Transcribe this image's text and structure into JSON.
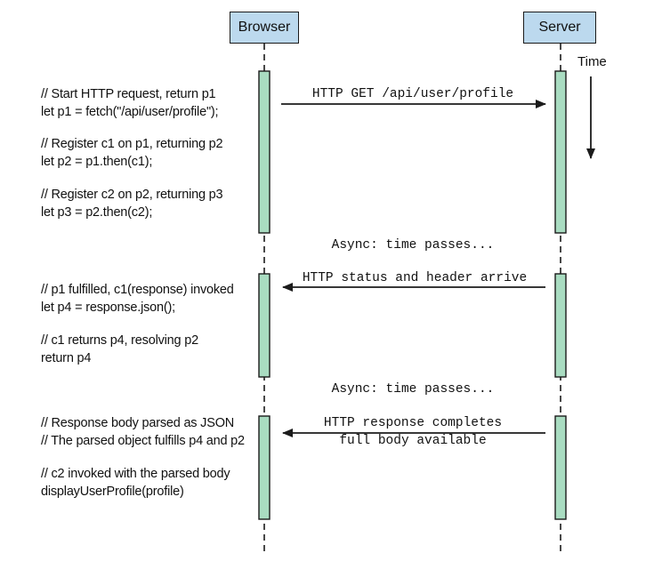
{
  "actors": {
    "browser": "Browser",
    "server": "Server"
  },
  "time_label": "Time",
  "messages": {
    "get": "HTTP GET /api/user/profile",
    "status": "HTTP status and header arrive",
    "complete_line1": "HTTP response completes",
    "complete_line2": "full body available"
  },
  "async_notes": {
    "first": "Async: time passes...",
    "second": "Async: time passes..."
  },
  "code": {
    "b1_l1": "// Start HTTP request, return p1",
    "b1_l2": "let p1 = fetch(\"/api/user/profile\");",
    "b1_l3": "// Register c1 on p1, returning p2",
    "b1_l4": "let p2 = p1.then(c1);",
    "b1_l5": "// Register c2 on p2, returning p3",
    "b1_l6": "let p3 = p2.then(c2);",
    "b2_l1": "// p1 fulfilled, c1(response) invoked",
    "b2_l2": "let p4 = response.json();",
    "b2_l3": "// c1 returns p4, resolving p2",
    "b2_l4": "return p4",
    "b3_l1": "// Response body parsed as JSON",
    "b3_l2": "// The parsed object fulfills p4 and p2",
    "b3_l3": "// c2 invoked with the parsed body",
    "b3_l4": "displayUserProfile(profile)"
  },
  "colors": {
    "actor_fill": "#bcd9ee",
    "activation_fill": "#a9dcc1",
    "line": "#1b1b1b"
  }
}
